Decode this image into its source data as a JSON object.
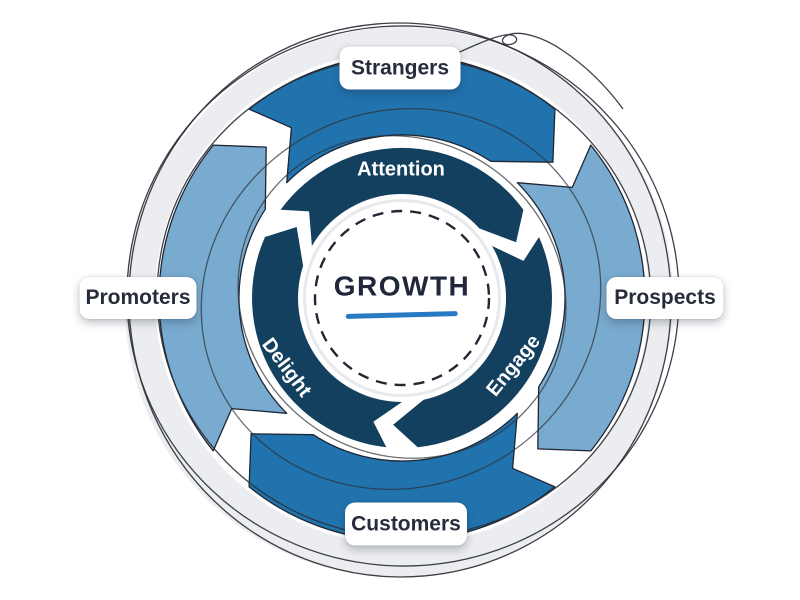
{
  "flywheel": {
    "hub": {
      "title": "GROWTH"
    },
    "inner_ring": {
      "attention": "Attention",
      "engage": "Engage",
      "delight": "Delight"
    },
    "outer_labels": {
      "strangers": "Strangers",
      "prospects": "Prospects",
      "customers": "Customers",
      "promoters": "Promoters"
    }
  },
  "colors": {
    "medium_blue": "#2173ae",
    "light_blue": "#79aacf",
    "dark_navy": "#14405f",
    "underline_blue": "#2679c2",
    "gray_band": "#ecedf0",
    "sketch_ink": "#2c3038"
  }
}
